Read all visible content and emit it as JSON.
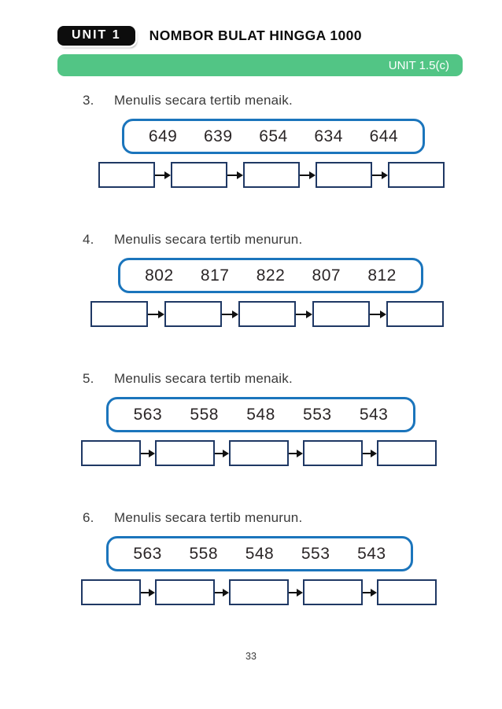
{
  "header": {
    "badge": "UNIT 1",
    "title": "NOMBOR BULAT HINGGA 1000"
  },
  "banner": {
    "label": "UNIT 1.5(c)"
  },
  "exercises": [
    {
      "number": "3.",
      "instruction": "Menulis secara tertib menaik.",
      "pool": [
        "649",
        "639",
        "654",
        "634",
        "644"
      ]
    },
    {
      "number": "4.",
      "instruction": "Menulis secara tertib menurun.",
      "pool": [
        "802",
        "817",
        "822",
        "807",
        "812"
      ]
    },
    {
      "number": "5.",
      "instruction": "Menulis secara tertib menaik.",
      "pool": [
        "563",
        "558",
        "548",
        "553",
        "543"
      ]
    },
    {
      "number": "6.",
      "instruction": "Menulis secara tertib menurun.",
      "pool": [
        "563",
        "558",
        "548",
        "553",
        "543"
      ]
    }
  ],
  "footer": {
    "page_number": "33"
  },
  "colors": {
    "banner_green": "#52c585",
    "pool_blue": "#1b75bc",
    "answer_navy": "#1f3864",
    "badge_black": "#0d0d0d"
  }
}
